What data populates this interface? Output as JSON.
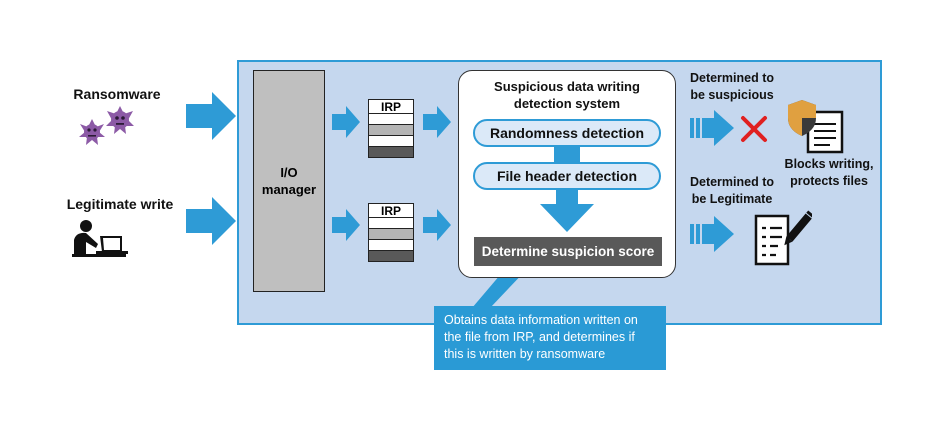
{
  "inputs": {
    "ransomware_label": "Ransomware",
    "legit_label": "Legitimate write"
  },
  "io_manager": {
    "line1": "I/O",
    "line2": "manager"
  },
  "irp": {
    "top_label": "IRP",
    "bottom_label": "IRP"
  },
  "system": {
    "title_line1": "Suspicious data writing",
    "title_line2": "detection system",
    "randomness": "Randomness detection",
    "header": "File header detection",
    "score": "Determine suspicion score"
  },
  "callout": {
    "line1": "Obtains data information written on",
    "line2": "the file from IRP, and determines if",
    "line3": "this is written by ransomware"
  },
  "outcomes": {
    "suspicious_line1": "Determined to",
    "suspicious_line2": "be suspicious",
    "legit_line1": "Determined to",
    "legit_line2": "be Legitimate",
    "blocks_line1": "Blocks writing,",
    "blocks_line2": "protects files"
  },
  "colors": {
    "accent": "#2e9bd6",
    "panel": "#c5d7ee",
    "virus": "#8c5aa6",
    "cross": "#e02020",
    "shield_gold": "#e0a040",
    "shield_dark": "#3a3a3a"
  }
}
